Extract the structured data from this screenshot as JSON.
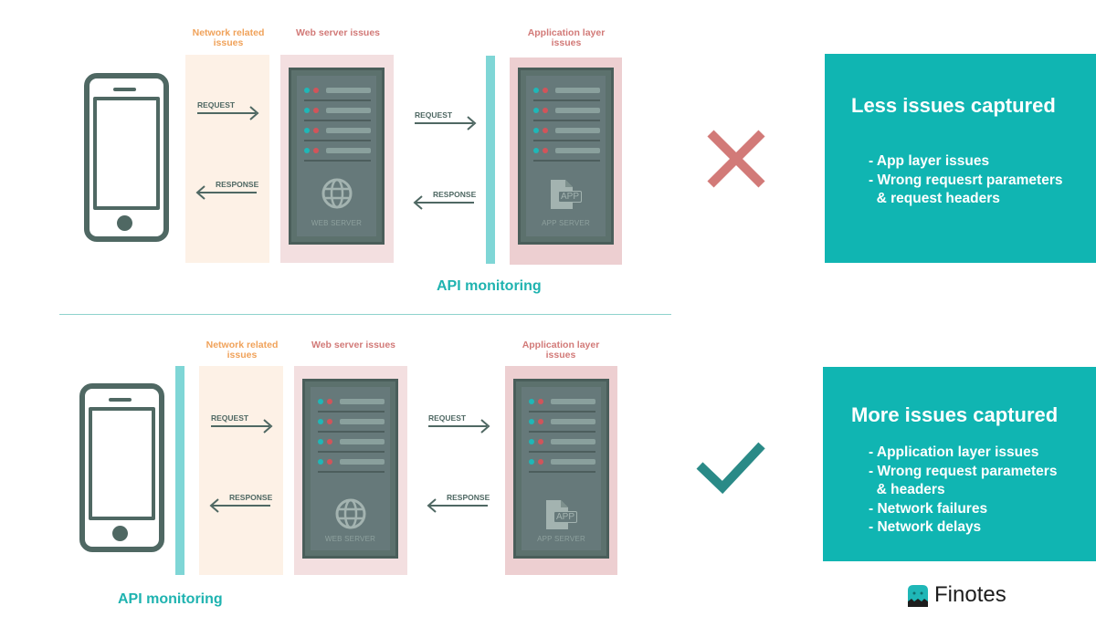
{
  "top_diagram": {
    "labels": {
      "network": "Network related issues",
      "web": "Web server issues",
      "app": "Application layer issues"
    },
    "request_label": "REQUEST",
    "response_label": "RESPONSE",
    "web_server_caption": "WEB SERVER",
    "app_server_caption": "APP SERVER",
    "app_icon_text": "APP",
    "monitoring_label": "API monitoring"
  },
  "bottom_diagram": {
    "labels": {
      "network": "Network related issues",
      "web": "Web server issues",
      "app": "Application layer issues"
    },
    "request_label": "REQUEST",
    "response_label": "RESPONSE",
    "web_server_caption": "WEB SERVER",
    "app_server_caption": "APP SERVER",
    "app_icon_text": "APP",
    "monitoring_label": "API monitoring"
  },
  "top_result": {
    "icon": "cross-icon",
    "title": "Less issues captured",
    "items": [
      "- App layer issues",
      "- Wrong requesrt parameters",
      "  & request headers"
    ]
  },
  "bottom_result": {
    "icon": "check-icon",
    "title": "More issues captured",
    "items": [
      "- Application layer issues",
      "- Wrong request parameters",
      "  & headers",
      "- Network failures",
      "- Network delays"
    ]
  },
  "brand": {
    "name": "Finotes"
  },
  "colors": {
    "accent_teal": "#10b5b2",
    "monitor_bar": "#7fd6d6",
    "network_zone": "#fdf1e6",
    "web_zone": "#f3dfe0",
    "app_zone": "#edcfd1",
    "cross": "#d27a78",
    "check": "#2a8a87",
    "server": "#5c716d"
  }
}
